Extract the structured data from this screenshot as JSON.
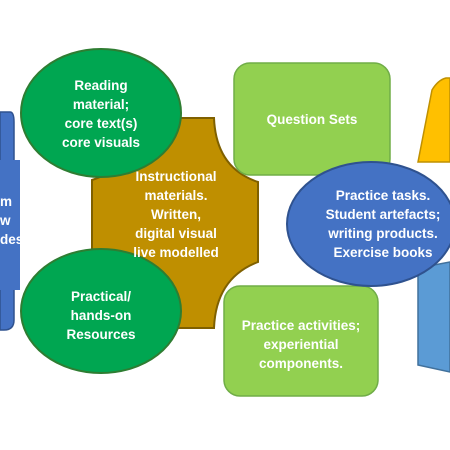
{
  "nodes": {
    "left_partial": {
      "text": "m\nw\ndes",
      "color": "#4472c4"
    },
    "reading": {
      "text": "Reading\nmaterial;\ncore text(s)\ncore visuals",
      "color": "#00a651"
    },
    "instructional": {
      "text": "Instructional\nmaterials.\nWritten,\ndigital visual\nlive modelled",
      "color": "#bf8f00"
    },
    "practical": {
      "text": "Practical/\nhands-on\nResources",
      "color": "#00a651"
    },
    "question_sets": {
      "text": "Question Sets",
      "color": "#92d050"
    },
    "practice_tasks": {
      "text": "Practice tasks.\nStudent artefacts;\nwriting products.\nExercise books",
      "color": "#4472c4"
    },
    "practice_activities": {
      "text": "Practice activities;\nexperiential\ncomponents.",
      "color": "#92d050"
    },
    "right_top_partial": {
      "color": "#ffc000"
    },
    "right_bottom_partial": {
      "color": "#5b9bd5"
    }
  }
}
